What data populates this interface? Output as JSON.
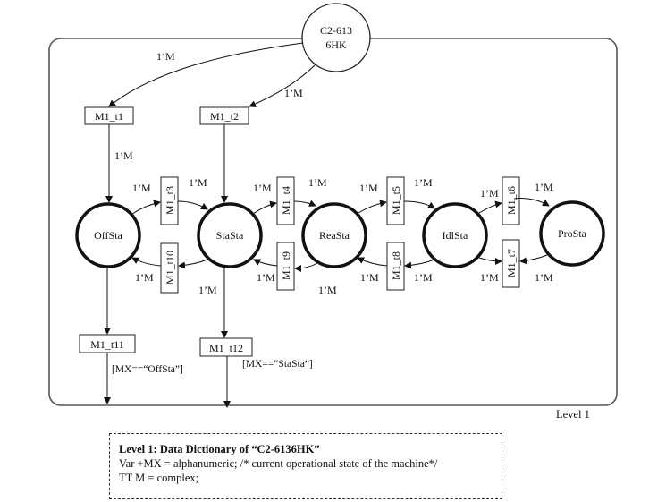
{
  "diagram": {
    "level_label": "Level 1",
    "external_place": {
      "line1": "C2-613",
      "line2": "6HK"
    },
    "places": [
      {
        "id": "OffSta",
        "label": "OffSta"
      },
      {
        "id": "StaSta",
        "label": "StaSta"
      },
      {
        "id": "ReaSta",
        "label": "ReaSta"
      },
      {
        "id": "IdlSta",
        "label": "IdlSta"
      },
      {
        "id": "ProSta",
        "label": "ProSta"
      }
    ],
    "transitions": {
      "t1": "M1_t1",
      "t2": "M1_t2",
      "t3": "M1_t3",
      "t4": "M1_t4",
      "t5": "M1_t5",
      "t6": "M1_t6",
      "t7": "M1_t7",
      "t8": "M1_t8",
      "t9": "M1_t9",
      "t10": "M1_t10",
      "t11": "M1_t11",
      "t12": "M1_t12"
    },
    "arc_inscription": "1’M",
    "guards": {
      "t11": "[MX==“OffSta”]",
      "t12": "[MX==“StaSta”]"
    }
  },
  "data_dictionary": {
    "title": "Level 1: Data Dictionary of  “C2-6136HK”",
    "lines": [
      "Var +MX = alphanumeric; /* current operational state of the machine*/",
      "TT M = complex;"
    ]
  }
}
